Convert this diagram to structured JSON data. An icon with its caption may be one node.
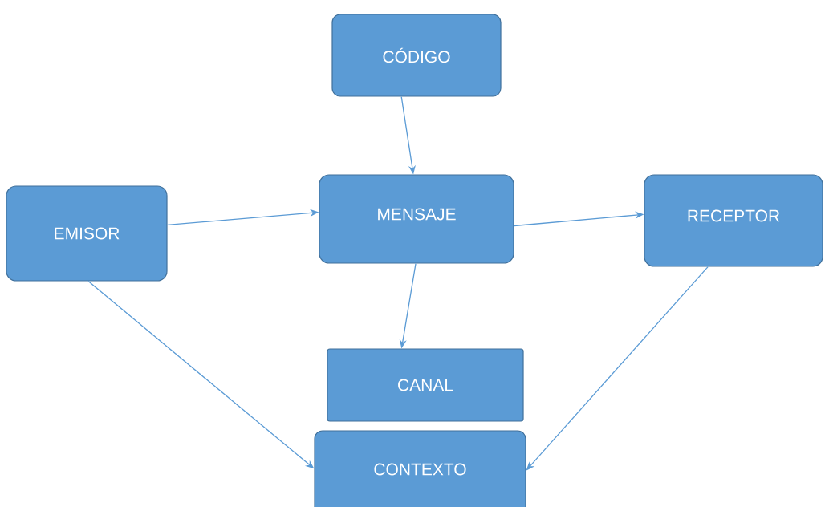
{
  "diagram": {
    "nodes": [
      {
        "text": [
          "CÓDIGO"
        ]
      },
      {
        "text": [
          "EMISOR"
        ]
      },
      {
        "text": [
          "MENSAJE"
        ]
      },
      {
        "text": [
          "RECEPTOR"
        ]
      },
      {
        "text": [
          "CANAL"
        ]
      },
      {
        "text": [
          "CONTEXTO"
        ]
      }
    ],
    "edges": [
      {
        "from": 0,
        "to": 2,
        "arrow": "to"
      },
      {
        "from": 1,
        "to": 2,
        "arrow": "to"
      },
      {
        "from": 2,
        "to": 3,
        "arrow": "to"
      },
      {
        "from": 2,
        "to": 4,
        "arrow": "to"
      },
      {
        "from": 1,
        "to": 5,
        "arrow": "to"
      },
      {
        "from": 3,
        "to": 5,
        "arrow": "to"
      }
    ]
  }
}
